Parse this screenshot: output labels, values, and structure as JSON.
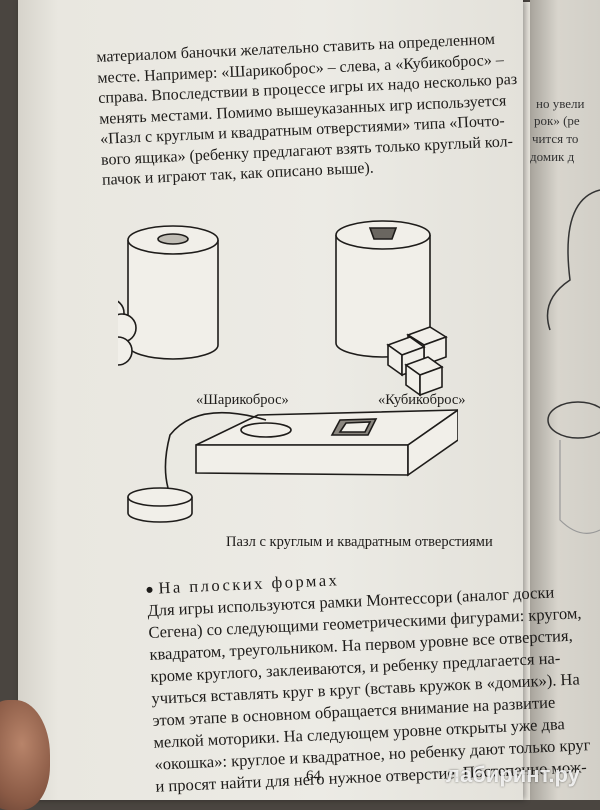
{
  "book_page": {
    "top_paragraph": [
      "материалом баночки желательно ставить на определенном",
      "месте. Например: «Шарикоброс» – слева, а «Кубикоброс» –",
      "справа. Впоследствии в процессе игры их надо несколько раз",
      "менять местами. Помимо вышеуказанных игр используется",
      "«Пазл с круглым и квадратным отверстиями» типа «Почто-",
      "вого ящика» (ребенку предлагают взять только круглый кол-",
      "пачок и играют так, как описано выше)."
    ],
    "captions": {
      "ball_drop": "«Шарикоброс»",
      "cube_drop": "«Кубикоброс»",
      "puzzle": "Пазл с круглым и квадратным отверстиями"
    },
    "section_heading": "На плоских формах",
    "bottom_paragraph": [
      "Для игры используются рамки Монтессори (аналог доски",
      "Сегена) со следующими геометрическими фигурами: кругом,",
      "квадратом, треугольником. На первом уровне все отверстия,",
      "кроме круглого, заклеиваются, и ребенку предлагается на-",
      "учиться вставлять круг в круг (вставь кружок в «домик»). На",
      "этом этапе в основном обращается внимание на развитие",
      "мелкой моторики. На следующем уровне открыты уже два",
      "«окошка»: круглое и квадратное, но ребенку дают только круг",
      "и просят найти для него нужное отверстие. Постепенно мож-"
    ],
    "page_number": "64"
  },
  "next_page_fragments": [
    "но увели",
    "рок» (ре",
    "чится то",
    "домик д"
  ],
  "watermark": "лабиринт.ру",
  "colors": {
    "paper": "#ecebe5",
    "ink": "#1e1c1a",
    "background": "#4a4540"
  }
}
